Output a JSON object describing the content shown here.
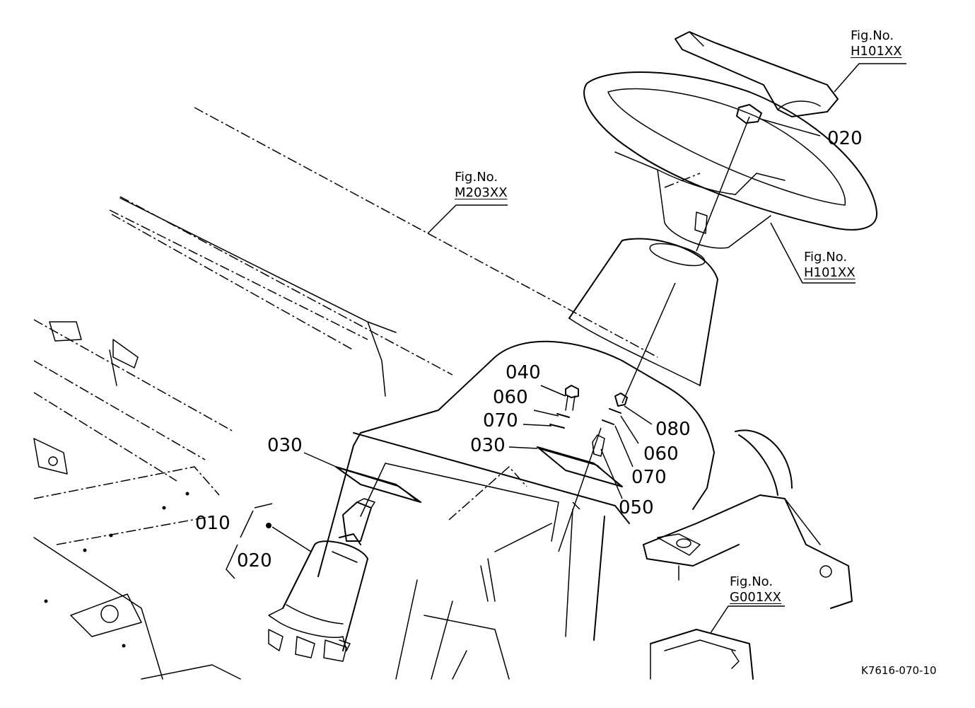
{
  "fig_refs": {
    "fig_no_label": "Fig.No.",
    "top_right": "H101XX",
    "center": "M203XX",
    "right": "H101XX",
    "bottom_right": "G001XX"
  },
  "callouts": {
    "c020_top": "020",
    "c040": "040",
    "c060_left": "060",
    "c070_left": "070",
    "c030_left": "030",
    "c030_mid": "030",
    "c080": "080",
    "c060_right": "060",
    "c070_right": "070",
    "c050": "050",
    "c010": "010",
    "c020_bottom": "020"
  },
  "drawing_code": "K7616-070-10"
}
